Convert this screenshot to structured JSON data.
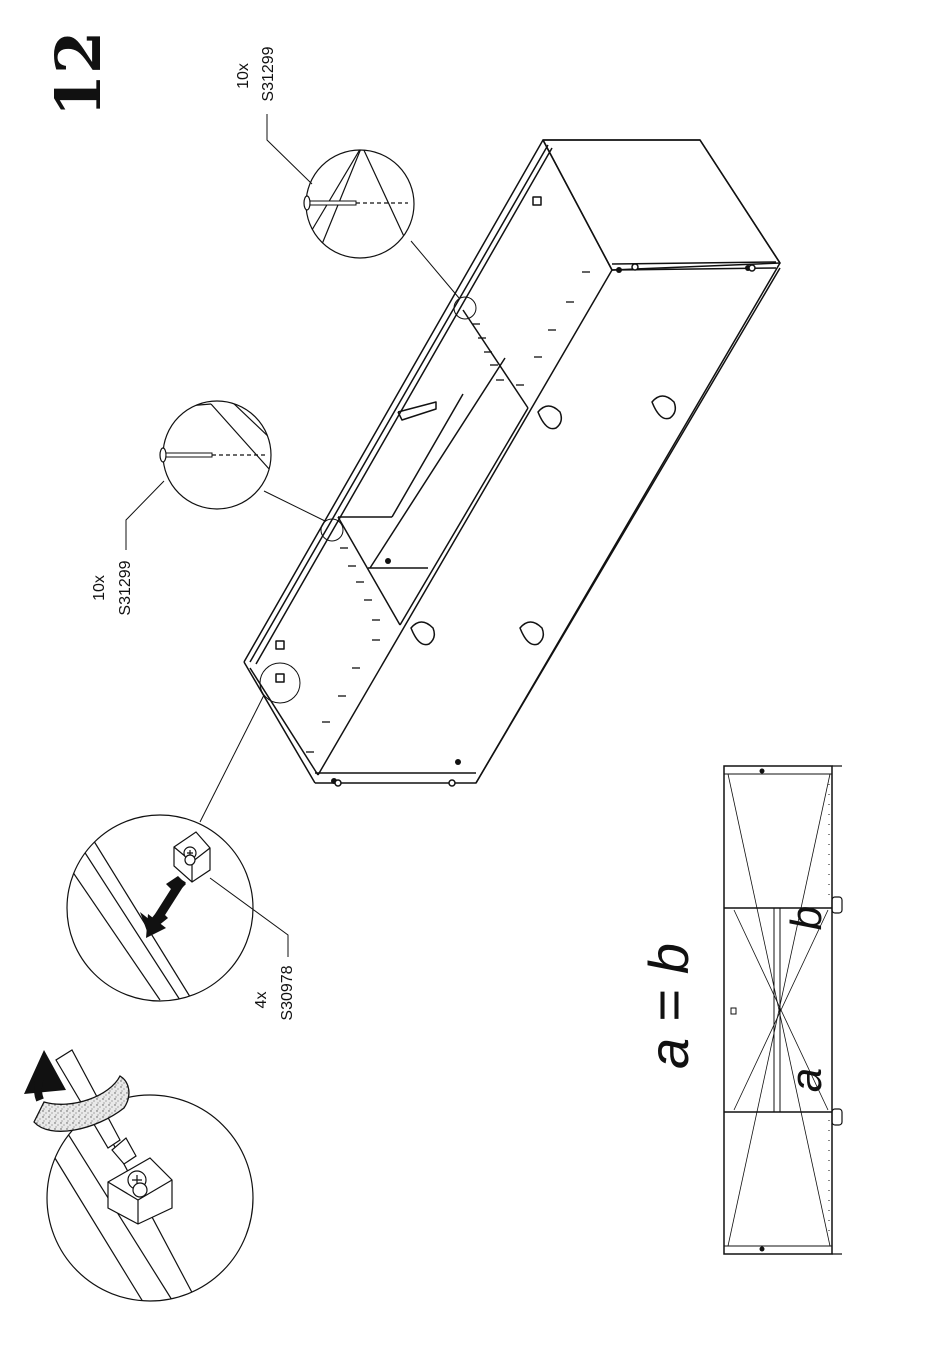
{
  "step": {
    "number": "12"
  },
  "callouts": {
    "nail_top": {
      "qty": "10x",
      "code": "S31299"
    },
    "nail_mid": {
      "qty": "10x",
      "code": "S31299"
    },
    "cam_lock": {
      "qty": "4x",
      "code": "S30978"
    }
  },
  "check": {
    "equation": "a = b",
    "label_a": "a",
    "label_b": "b"
  },
  "icons": [
    "nail-icon",
    "cam-lock-icon",
    "screwdriver-icon",
    "rotate-arrow-icon",
    "push-arrow-icon",
    "cabinet-icon"
  ]
}
